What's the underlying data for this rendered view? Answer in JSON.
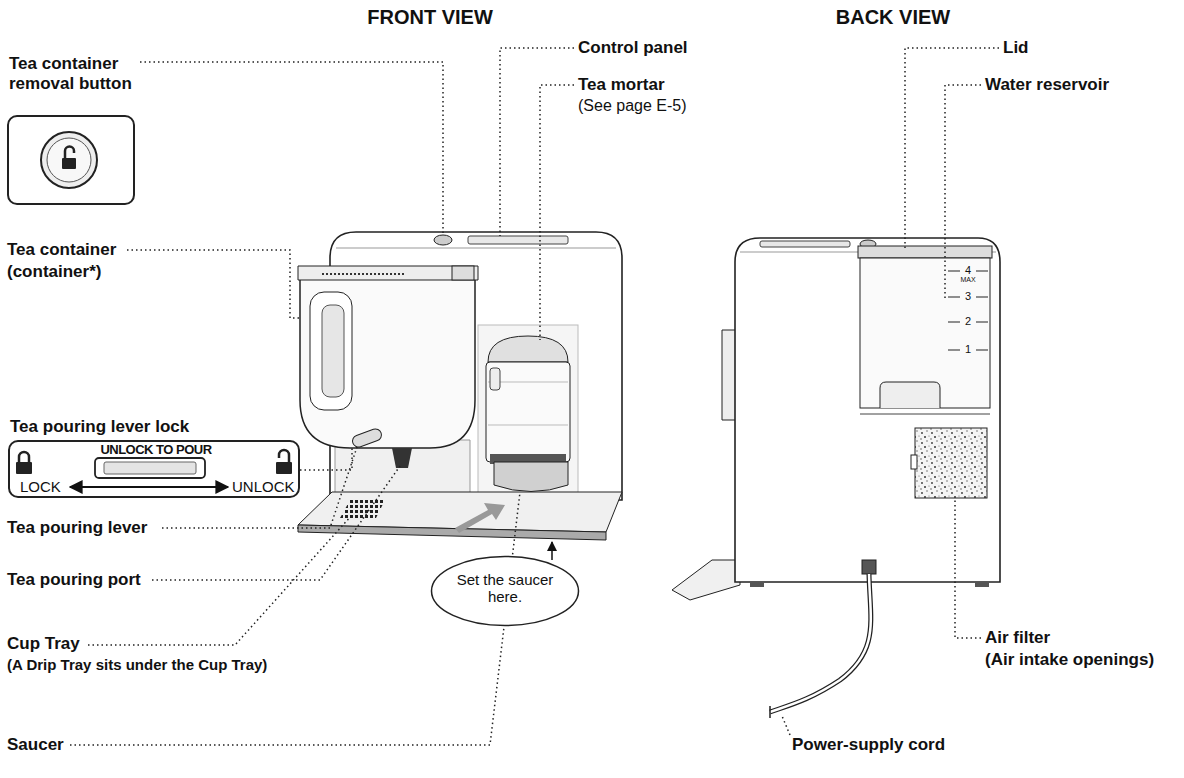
{
  "diagram": {
    "nodes": [
      {
        "text": [
          "Tea container removal button"
        ]
      },
      {
        "text": [
          "Tea pouring lever lock",
          "UNLOCK TO POUR",
          "LOCK",
          "UNLOCK"
        ]
      },
      {
        "text": [
          "Set the saucer here."
        ]
      }
    ],
    "labels": [
      "FRONT VIEW",
      "BACK VIEW",
      "Tea container",
      "(container*)",
      "Control panel",
      "Tea mortar",
      "(See page E-5)",
      "Tea pouring lever",
      "Tea pouring port",
      "Cup Tray",
      "(A Drip Tray sits under the Cup Tray)",
      "Saucer",
      "Lid",
      "Water reservoir",
      "4",
      "MAX",
      "3",
      "2",
      "1",
      "Air filter",
      "(Air intake openings)",
      "Power-supply cord"
    ]
  }
}
